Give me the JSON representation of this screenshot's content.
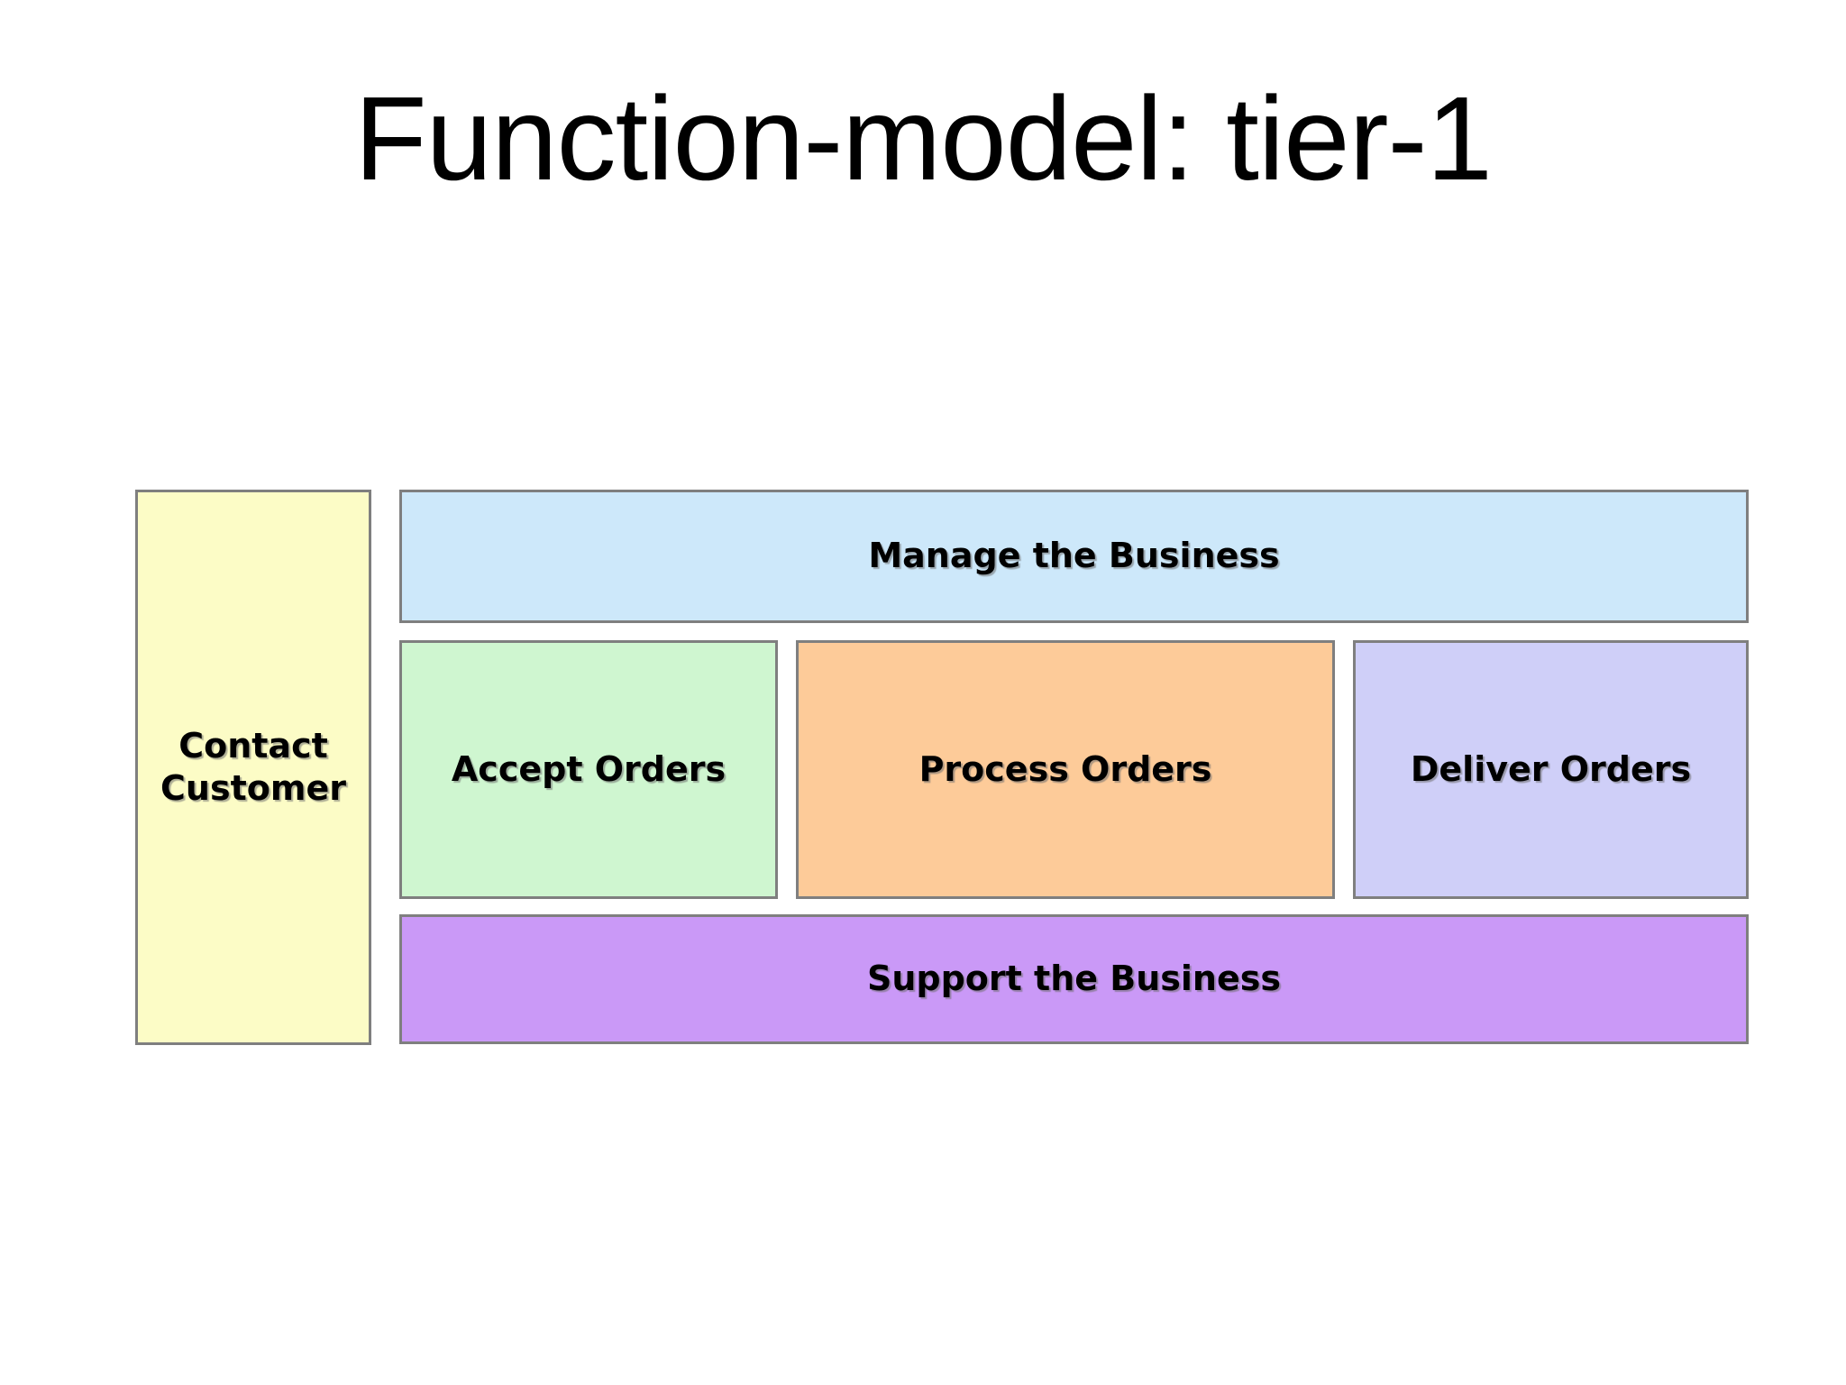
{
  "slide": {
    "title": "Function-model: tier-1",
    "border_color": "#7f7f7f",
    "background_color": "#ffffff",
    "boxes": {
      "contact": {
        "label": "Contact Customer",
        "color": "#fcfcc6"
      },
      "manage": {
        "label": "Manage the Business",
        "color": "#cde8fa"
      },
      "accept": {
        "label": "Accept Orders",
        "color": "#cff6d0"
      },
      "process": {
        "label": "Process Orders",
        "color": "#fdcb99"
      },
      "deliver": {
        "label": "Deliver Orders",
        "color": "#cfcff8"
      },
      "support": {
        "label": "Support the Business",
        "color": "#ca99f7"
      }
    }
  }
}
